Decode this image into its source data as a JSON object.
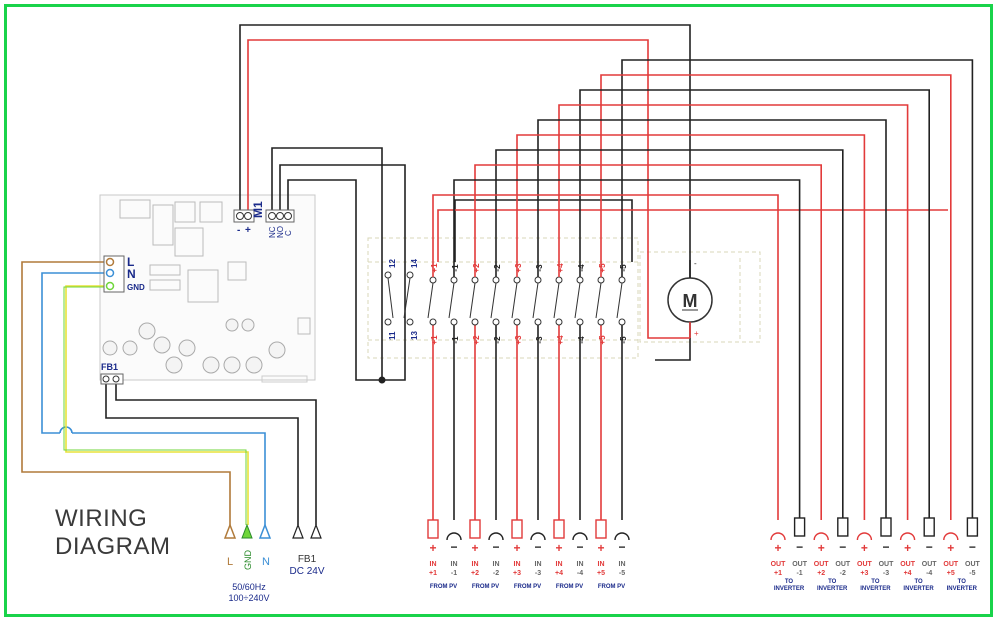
{
  "title": {
    "line1": "WIRING",
    "line2": "DIAGRAM"
  },
  "colors": {
    "red": "#e23a3a",
    "black": "#222222",
    "blue": "#3b8fd6",
    "brown": "#b07a3a",
    "green": "#6fd63a",
    "yellow": "#e8e23a",
    "frame": "#19d34a",
    "dashed": "#d8d7b8",
    "navy": "#1a2a8a"
  },
  "board": {
    "motor_terminal": "M1",
    "motor_minus": "-",
    "motor_plus": "+",
    "relay_contacts": [
      "NC",
      "NO",
      "C"
    ],
    "power_terminals": [
      "L",
      "N",
      "GND"
    ],
    "feedback_terminal": "FB1"
  },
  "breaker": {
    "aux_top": [
      "12",
      "14"
    ],
    "aux_bottom": [
      "11",
      "13"
    ],
    "poles_top": [
      "+1",
      "-1",
      "+2",
      "-2",
      "+3",
      "-3",
      "+4",
      "-4",
      "+5",
      "-5"
    ],
    "poles_bottom": [
      "+1",
      "-1",
      "+2",
      "-2",
      "+3",
      "-3",
      "+4",
      "-4",
      "+5",
      "-5"
    ]
  },
  "motor": {
    "label": "M",
    "minus": "-",
    "plus": "+"
  },
  "mains": {
    "arrows": [
      "L",
      "GND",
      "N"
    ],
    "freq": "50/60Hz",
    "volt": "100÷240V",
    "fb_label": "FB1",
    "fb_volt": "DC 24V"
  },
  "inputs": [
    {
      "plus_top": "IN",
      "plus_bot": "+1",
      "minus_top": "IN",
      "minus_bot": "-1",
      "group": "FROM PV"
    },
    {
      "plus_top": "IN",
      "plus_bot": "+2",
      "minus_top": "IN",
      "minus_bot": "-2",
      "group": "FROM PV"
    },
    {
      "plus_top": "IN",
      "plus_bot": "+3",
      "minus_top": "IN",
      "minus_bot": "-3",
      "group": "FROM PV"
    },
    {
      "plus_top": "IN",
      "plus_bot": "+4",
      "minus_top": "IN",
      "minus_bot": "-4",
      "group": "FROM PV"
    },
    {
      "plus_top": "IN",
      "plus_bot": "+5",
      "minus_top": "IN",
      "minus_bot": "-5",
      "group": "FROM PV"
    }
  ],
  "outputs": [
    {
      "plus_top": "OUT",
      "plus_bot": "+1",
      "minus_top": "OUT",
      "minus_bot": "-1",
      "group1": "TO",
      "group2": "INVERTER"
    },
    {
      "plus_top": "OUT",
      "plus_bot": "+2",
      "minus_top": "OUT",
      "minus_bot": "-2",
      "group1": "TO",
      "group2": "INVERTER"
    },
    {
      "plus_top": "OUT",
      "plus_bot": "+3",
      "minus_top": "OUT",
      "minus_bot": "-3",
      "group1": "TO",
      "group2": "INVERTER"
    },
    {
      "plus_top": "OUT",
      "plus_bot": "+4",
      "minus_top": "OUT",
      "minus_bot": "-4",
      "group1": "TO",
      "group2": "INVERTER"
    },
    {
      "plus_top": "OUT",
      "plus_bot": "+5",
      "minus_top": "OUT",
      "minus_bot": "-5",
      "group1": "TO",
      "group2": "INVERTER"
    }
  ],
  "plus_sign": "+",
  "minus_sign": "−"
}
